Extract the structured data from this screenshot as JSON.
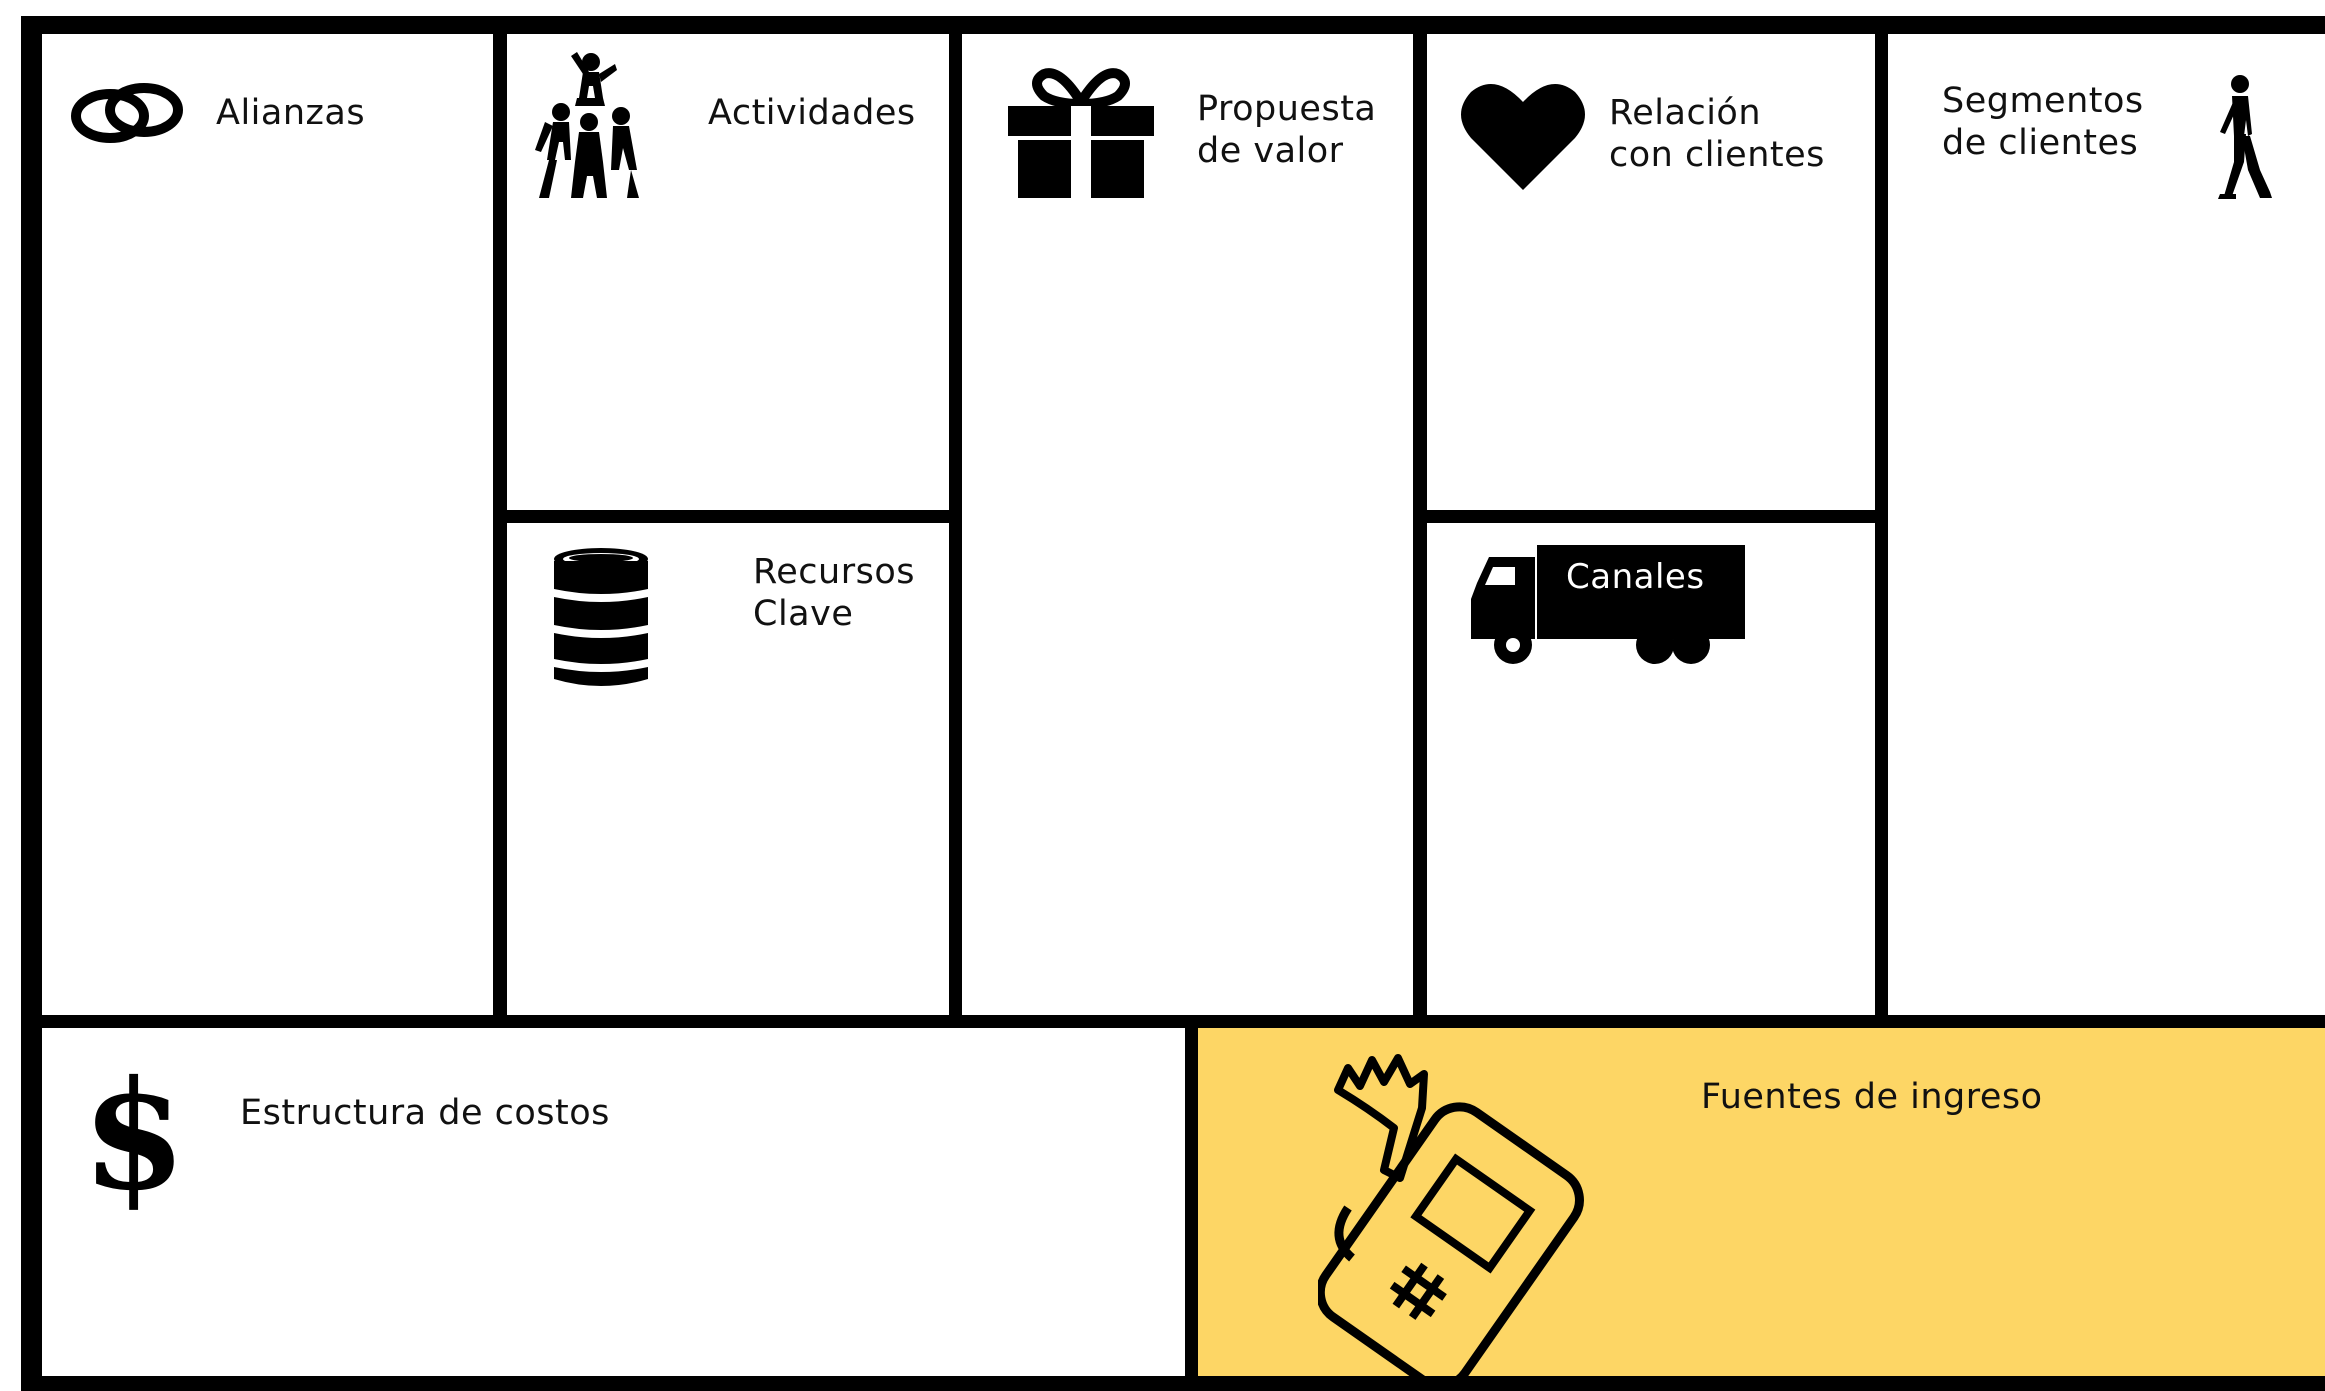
{
  "canvas": {
    "blocks": {
      "alianzas": {
        "label": "Alianzas",
        "icon": "rings-icon"
      },
      "actividades": {
        "label": "Actividades",
        "icon": "people-teamwork-icon"
      },
      "recursos": {
        "label_line1": "Recursos",
        "label_line2": "Clave",
        "icon": "barrel-icon"
      },
      "propuesta": {
        "label_line1": "Propuesta",
        "label_line2": "de valor",
        "icon": "gift-icon"
      },
      "relacion": {
        "label_line1": "Relación",
        "label_line2": "con clientes",
        "icon": "heart-icon"
      },
      "canales": {
        "label": "Canales",
        "icon": "truck-icon"
      },
      "segmentos": {
        "label_line1": "Segmentos",
        "label_line2": "de clientes",
        "icon": "walking-person-icon"
      },
      "costos": {
        "label": "Estructura de costos",
        "icon": "dollar-icon"
      },
      "ingresos": {
        "label": "Fuentes de ingreso",
        "icon": "payment-terminal-icon"
      }
    },
    "colors": {
      "border": "#000000",
      "background": "#ffffff",
      "revenue_background": "#fdd665"
    }
  }
}
